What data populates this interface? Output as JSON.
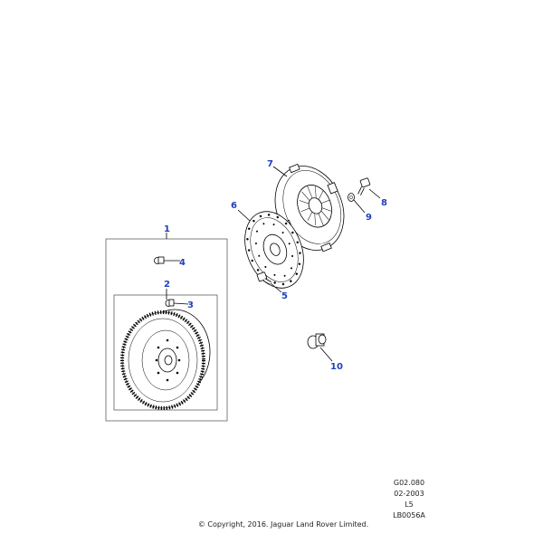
{
  "diagram": {
    "callouts": {
      "c1": "1",
      "c2": "2",
      "c3": "3",
      "c4": "4",
      "c5": "5",
      "c6": "6",
      "c7": "7",
      "c8": "8",
      "c9": "9",
      "c10": "10"
    },
    "callout_color": "#1f3fbf"
  },
  "footer": {
    "ref_code": "G02.080",
    "date": "02-2003",
    "level": "L5",
    "illustration_id": "LB0056A",
    "copyright": "© Copyright, 2016. Jaguar Land Rover Limited."
  }
}
